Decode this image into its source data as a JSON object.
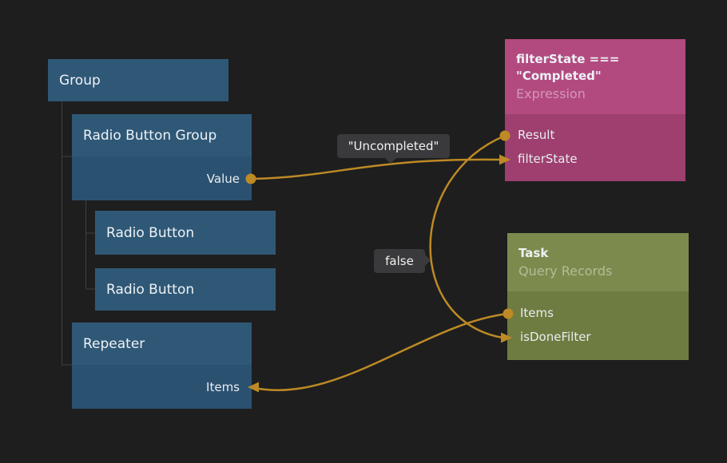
{
  "colors": {
    "bg": "#1e1e1e",
    "blue_h": "#2f5877",
    "blue_b": "#2b5170",
    "magenta_h": "#b24a80",
    "magenta_b": "#9e3f6f",
    "green_h": "#7c8b4d",
    "green_b": "#6e7c41",
    "wire": "#bd8a25",
    "tree": "#3f3f3f",
    "tooltip_bg": "#3a3a3c",
    "text": "#eef2f5",
    "subtext": "rgba(255,255,255,0.42)"
  },
  "nodes": {
    "group": {
      "title": "Group"
    },
    "radio_button_group": {
      "title": "Radio Button Group",
      "ports": [
        {
          "label": "Value"
        }
      ]
    },
    "radio_button_1": {
      "title": "Radio Button"
    },
    "radio_button_2": {
      "title": "Radio Button"
    },
    "repeater": {
      "title": "Repeater",
      "ports": [
        {
          "label": "Items"
        }
      ]
    },
    "expression": {
      "title_line1": "filterState ===",
      "title_line2": "\"Completed\"",
      "subtitle": "Expression",
      "ports": [
        {
          "label": "Result"
        },
        {
          "label": "filterState"
        }
      ]
    },
    "task": {
      "title": "Task",
      "subtitle": "Query Records",
      "ports": [
        {
          "label": "Items"
        },
        {
          "label": "isDoneFilter"
        }
      ]
    }
  },
  "wire_labels": {
    "uncompleted": "\"Uncompleted\"",
    "false_value": "false"
  }
}
